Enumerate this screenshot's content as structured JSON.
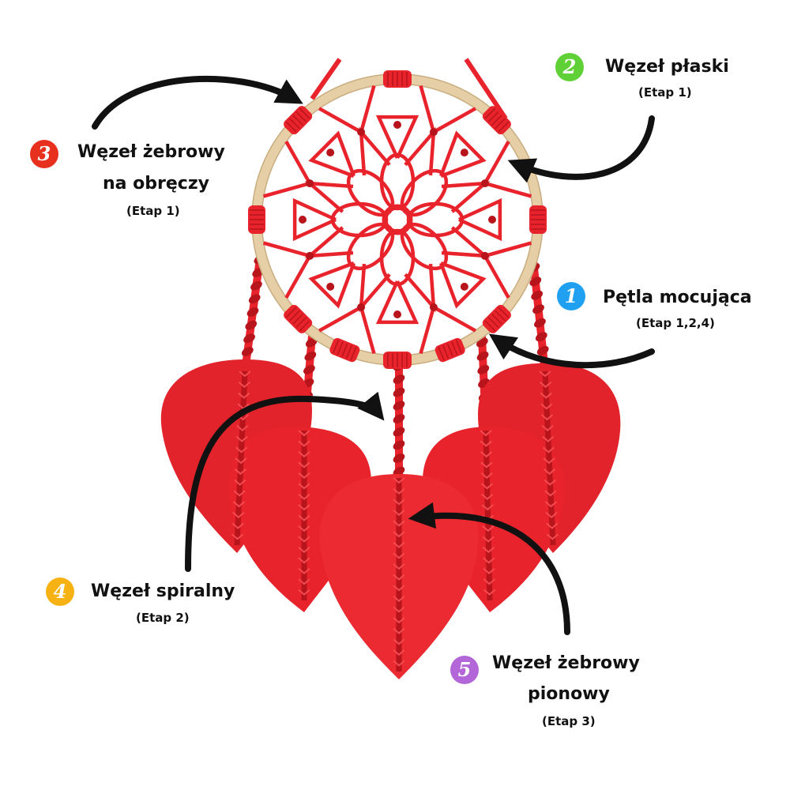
{
  "colors": {
    "cord": "#e8232b",
    "cord_dark": "#b8141c",
    "cord_light": "#f24a50",
    "ring": "#e6cfa6",
    "ring_edge": "#c9ad80",
    "arrow": "#111111",
    "badge_1": "#1fa0f0",
    "badge_2": "#5fd136",
    "badge_3": "#e8301e",
    "badge_4": "#f6b212",
    "badge_5": "#b266d8"
  },
  "callouts": {
    "c1": {
      "number": "1",
      "title": "Pętla mocująca",
      "stage": "(Etap 1,2,4)"
    },
    "c2": {
      "number": "2",
      "title": "Węzeł płaski",
      "stage": "(Etap 1)"
    },
    "c3": {
      "number": "3",
      "title_line1": "Węzeł żebrowy",
      "title_line2": "na obręczy",
      "stage": "(Etap 1)"
    },
    "c4": {
      "number": "4",
      "title": "Węzeł spiralny",
      "stage": "(Etap 2)"
    },
    "c5": {
      "number": "5",
      "title_line1": "Węzeł żebrowy",
      "title_line2": "pionowy",
      "stage": "(Etap 3)"
    }
  }
}
